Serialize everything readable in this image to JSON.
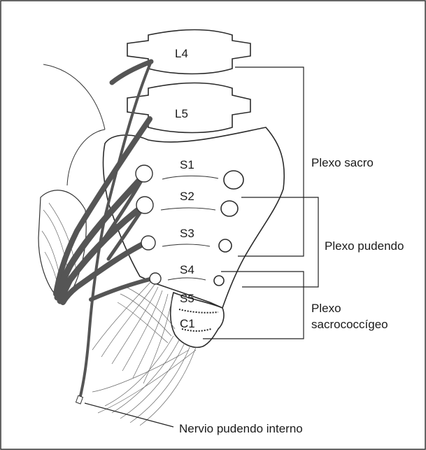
{
  "vertebrae": {
    "l4": "L4",
    "l5": "L5",
    "s1": "S1",
    "s2": "S2",
    "s3": "S3",
    "s4": "S4",
    "s5": "S5",
    "c1": "C1"
  },
  "groups": {
    "sacral_plexus": "Plexo sacro",
    "pudendal_plexus": "Plexo pudendo",
    "sacrococcygeal_line1": "Plexo",
    "sacrococcygeal_line2": "sacrococcígeo"
  },
  "callout": {
    "internal_pudendal_nerve": "Nervio pudendo interno"
  },
  "colors": {
    "nerve": "#555555",
    "outline": "#2b2b2b",
    "background": "#ffffff"
  }
}
